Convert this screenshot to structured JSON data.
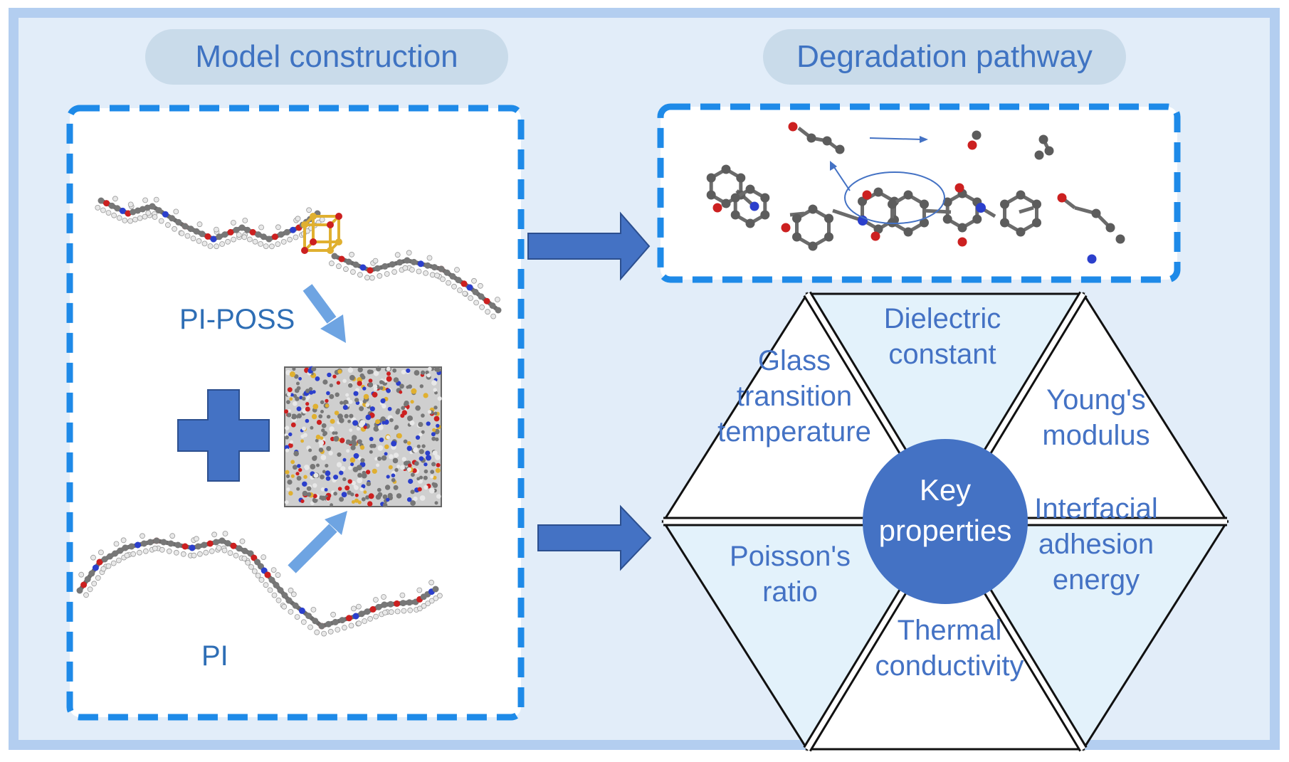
{
  "colors": {
    "outer_border": "#b3cef0",
    "panel_bg": "#e2edf9",
    "pill_bg": "#c9dbea",
    "pill_text": "#3f73c2",
    "dash_blue": "#1e8ae8",
    "arrow_blue": "#4472c4",
    "arrow_dark": "#2c4f8f",
    "light_arrow": "#6ea4e2",
    "text_blue": "#2e6eb5",
    "hex_text": "#4472c4",
    "tri_light": "#e3f2fb",
    "key_circle": "#4472c4",
    "oxygen": "#cc2020",
    "nitrogen": "#2b3fcc",
    "carbon": "#777777",
    "hydrogen": "#e8e8e8",
    "silicon": "#e0b030"
  },
  "headers": {
    "left": "Model construction",
    "right": "Degradation pathway"
  },
  "labels": {
    "pi_poss": "PI-POSS",
    "pi": "PI"
  },
  "center": {
    "line1": "Key",
    "line2": "properties"
  },
  "properties": [
    {
      "lines": [
        "Dielectric",
        "constant"
      ]
    },
    {
      "lines": [
        "Young's",
        "modulus"
      ]
    },
    {
      "lines": [
        "Interfacial",
        "adhesion",
        "energy"
      ]
    },
    {
      "lines": [
        "Thermal",
        "conductivity"
      ]
    },
    {
      "lines": [
        "Poisson's",
        "ratio"
      ]
    },
    {
      "lines": [
        "Glass",
        "transition",
        "temperature"
      ]
    }
  ],
  "icons": {
    "plus": "plus-icon",
    "arrow": "right-arrow-icon"
  }
}
